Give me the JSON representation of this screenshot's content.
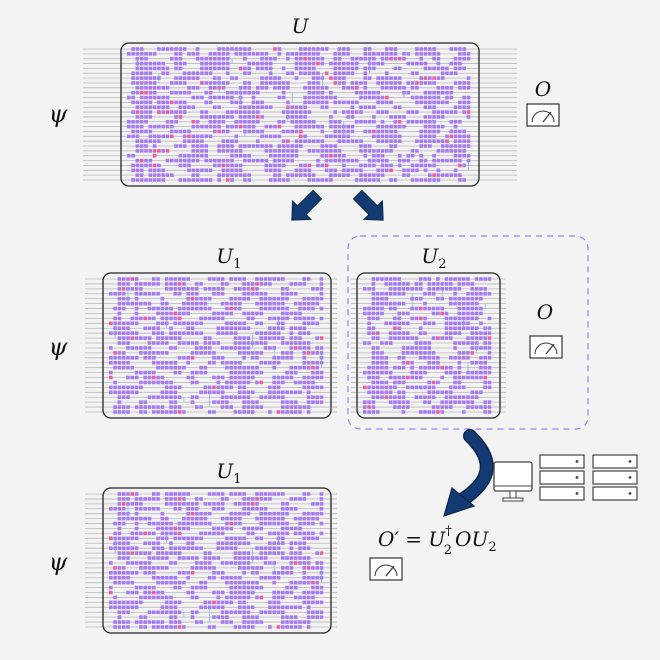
{
  "labels": {
    "psi": "ψ",
    "u": "U",
    "u1": "U",
    "u1_sub": "1",
    "u2": "U",
    "u2_sub": "2",
    "o": "O",
    "formula": {
      "lhs": "O′ = U",
      "dagger": "†",
      "sub": "2",
      "mid": "OU",
      "sub2": "2"
    }
  },
  "colors": {
    "background": "#f3f3f3",
    "box_border": "#222222",
    "wire": "#b9b9b9",
    "gate": "#a77cf2",
    "gate_highlight": "#ef5fa0",
    "connector": "#7aa9e6",
    "dashed_border": "#8e86ee",
    "arrow": "#143a73"
  },
  "icons": [
    "measurement-meter-icon",
    "computer-monitor-icon",
    "server-rack-icon"
  ]
}
